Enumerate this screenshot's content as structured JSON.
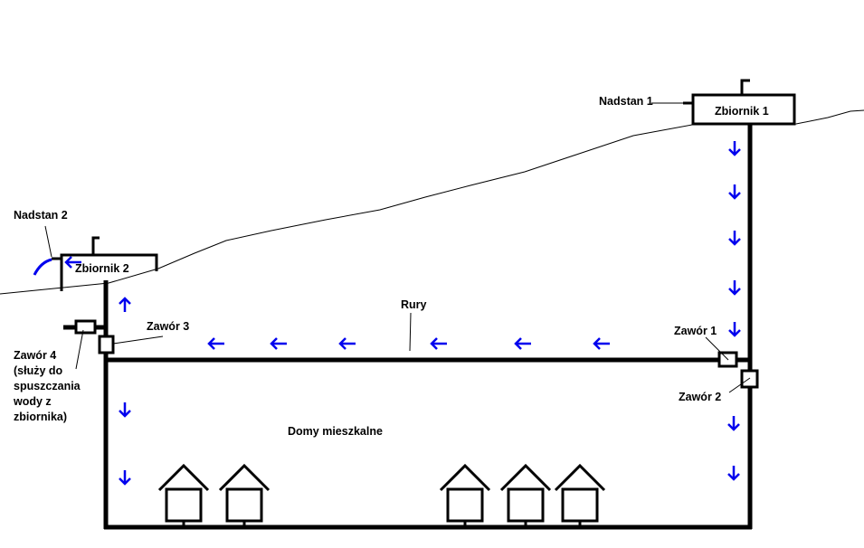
{
  "labels": {
    "tank1": "Zbiornik 1",
    "tank2": "Zbiornik 2",
    "overflow1": "Nadstan 1",
    "overflow2": "Nadstan 2",
    "pipes": "Rury",
    "houses": "Domy mieszkalne",
    "valve1": "Zawór 1",
    "valve2": "Zawór 2",
    "valve3": "Zawór 3",
    "valve4_lines": [
      "Zawór 4",
      "(służy do",
      "spuszczania",
      "wody z",
      "zbiornika)"
    ]
  },
  "colors": {
    "flow_arrow": "#0000ee",
    "pipe": "#000000"
  }
}
